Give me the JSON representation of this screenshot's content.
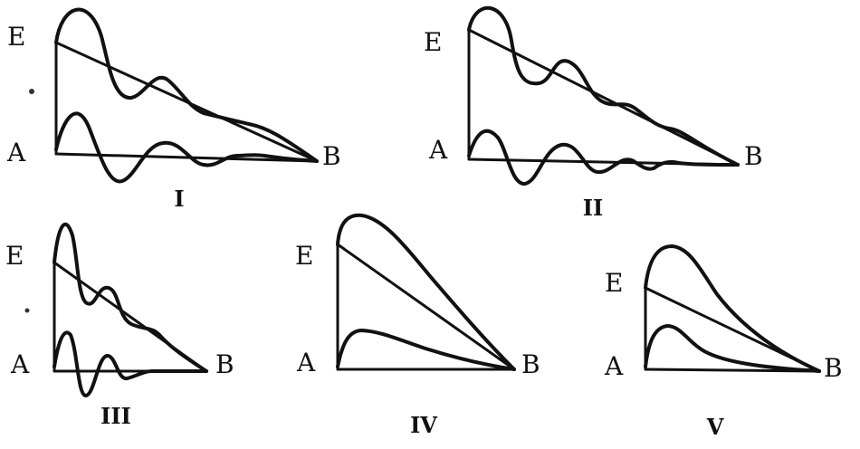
{
  "panels": [
    {
      "numeral": "I",
      "label_e": "E",
      "label_a": "A",
      "label_b": "B"
    },
    {
      "numeral": "II",
      "label_e": "E",
      "label_a": "A",
      "label_b": "B"
    },
    {
      "numeral": "III",
      "label_e": "E",
      "label_a": "A",
      "label_b": "B"
    },
    {
      "numeral": "IV",
      "label_e": "E",
      "label_a": "A",
      "label_b": "B"
    },
    {
      "numeral": "V",
      "label_e": "E",
      "label_a": "A",
      "label_b": "B"
    }
  ],
  "colors": {
    "ink": "#111111",
    "background": "#ffffff"
  }
}
